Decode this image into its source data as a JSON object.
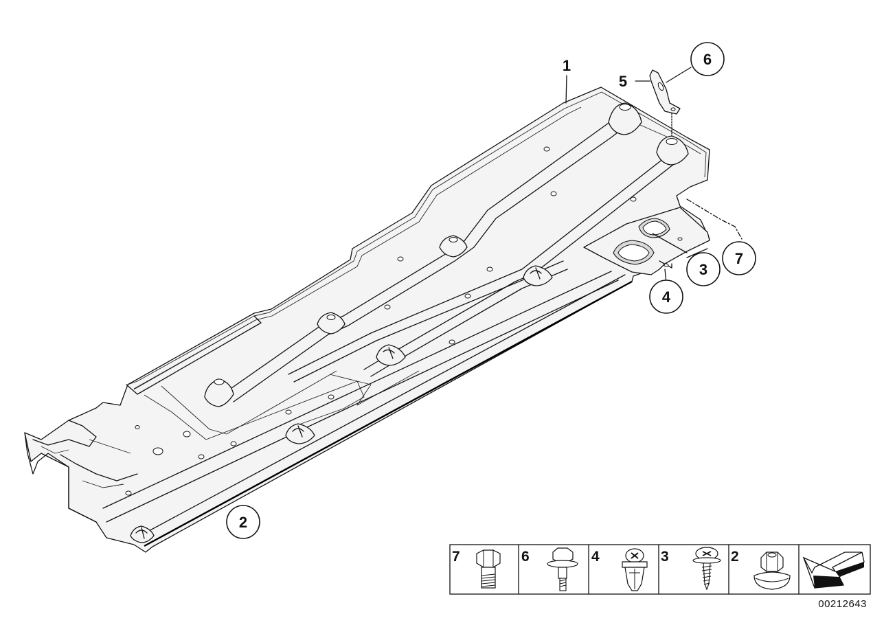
{
  "diagram": {
    "callouts": [
      {
        "id": "1",
        "label": "1"
      },
      {
        "id": "2",
        "label": "2"
      },
      {
        "id": "3",
        "label": "3"
      },
      {
        "id": "4",
        "label": "4"
      },
      {
        "id": "5",
        "label": "5"
      },
      {
        "id": "6",
        "label": "6"
      },
      {
        "id": "7",
        "label": "7"
      }
    ]
  },
  "legend": {
    "items": [
      {
        "label": "7",
        "icon": "hex-bolt-icon"
      },
      {
        "label": "6",
        "icon": "collar-bolt-icon"
      },
      {
        "label": "4",
        "icon": "expanding-rivet-icon"
      },
      {
        "label": "3",
        "icon": "phillips-screw-icon"
      },
      {
        "label": "2",
        "icon": "hex-nut-icon"
      }
    ],
    "arrow_icon": "direction-arrow-icon"
  },
  "diagram_id": "00212643"
}
